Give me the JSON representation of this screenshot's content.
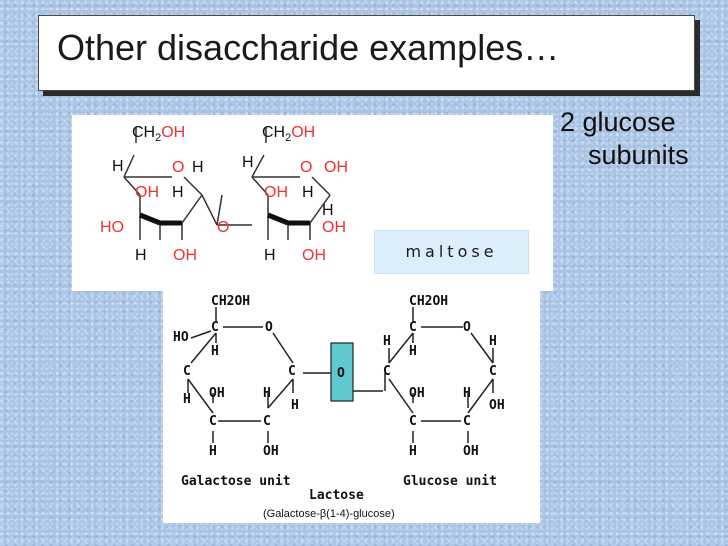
{
  "slide": {
    "title": "Other disaccharide examples…",
    "bullet_line1": "2 glucose",
    "bullet_line2": "subunits"
  },
  "maltose": {
    "label": "maltose",
    "atoms": {
      "ch2oh_left_c": "CH",
      "ch2oh_left_sub": "2",
      "ch2oh_left_oh": "OH",
      "ch2oh_right_c": "CH",
      "ch2oh_right_sub": "2",
      "ch2oh_right_oh": "OH",
      "h": "H",
      "o": "O",
      "oh": "OH",
      "ho": "HO"
    }
  },
  "lactose": {
    "galactose_label": "Galactose unit",
    "glucose_label": "Glucose unit",
    "name": "Lactose",
    "formula": "(Galactose-β(1-4)-glucose)",
    "atoms": {
      "ch2oh": "CH2OH",
      "c": "C",
      "o": "O",
      "h": "H",
      "oh": "OH",
      "ho": "HO"
    }
  },
  "colors": {
    "highlight": "#5fc8d0",
    "red": "#e33333",
    "background": "#a9c4e4"
  }
}
